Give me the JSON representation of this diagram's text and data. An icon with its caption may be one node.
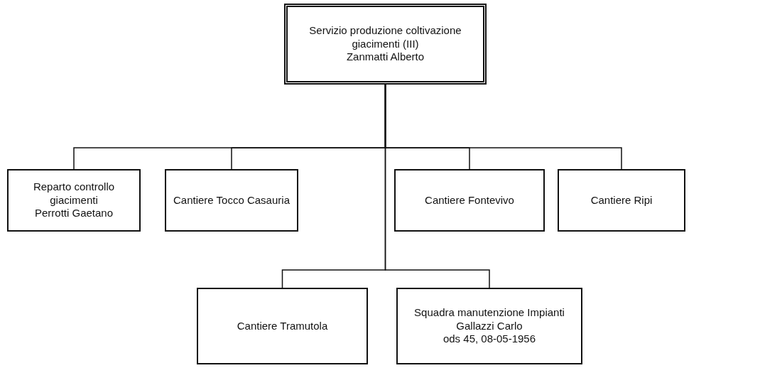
{
  "diagram": {
    "nodes": [
      {
        "text": [
          "Servizio produzione coltivazione giacimenti (III)",
          "Zanmatti Alberto"
        ]
      },
      {
        "text": [
          "Reparto controllo giacimenti",
          "Perrotti Gaetano"
        ]
      },
      {
        "text": [
          "Cantiere Tocco Casauria"
        ]
      },
      {
        "text": [
          "Cantiere Fontevivo"
        ]
      },
      {
        "text": [
          "Cantiere Ripi"
        ]
      },
      {
        "text": [
          "Cantiere Tramutola"
        ]
      },
      {
        "text": [
          "Squadra manutenzione Impianti",
          "Gallazzi Carlo",
          "ods 45, 08-05-1956"
        ]
      }
    ],
    "edges": [
      {
        "from": 0,
        "to": 1,
        "arrow": "none"
      },
      {
        "from": 0,
        "to": 2,
        "arrow": "none"
      },
      {
        "from": 0,
        "to": 3,
        "arrow": "none"
      },
      {
        "from": 0,
        "to": 4,
        "arrow": "none"
      },
      {
        "from": 0,
        "to": 5,
        "arrow": "none"
      },
      {
        "from": 0,
        "to": 6,
        "arrow": "none"
      }
    ]
  }
}
